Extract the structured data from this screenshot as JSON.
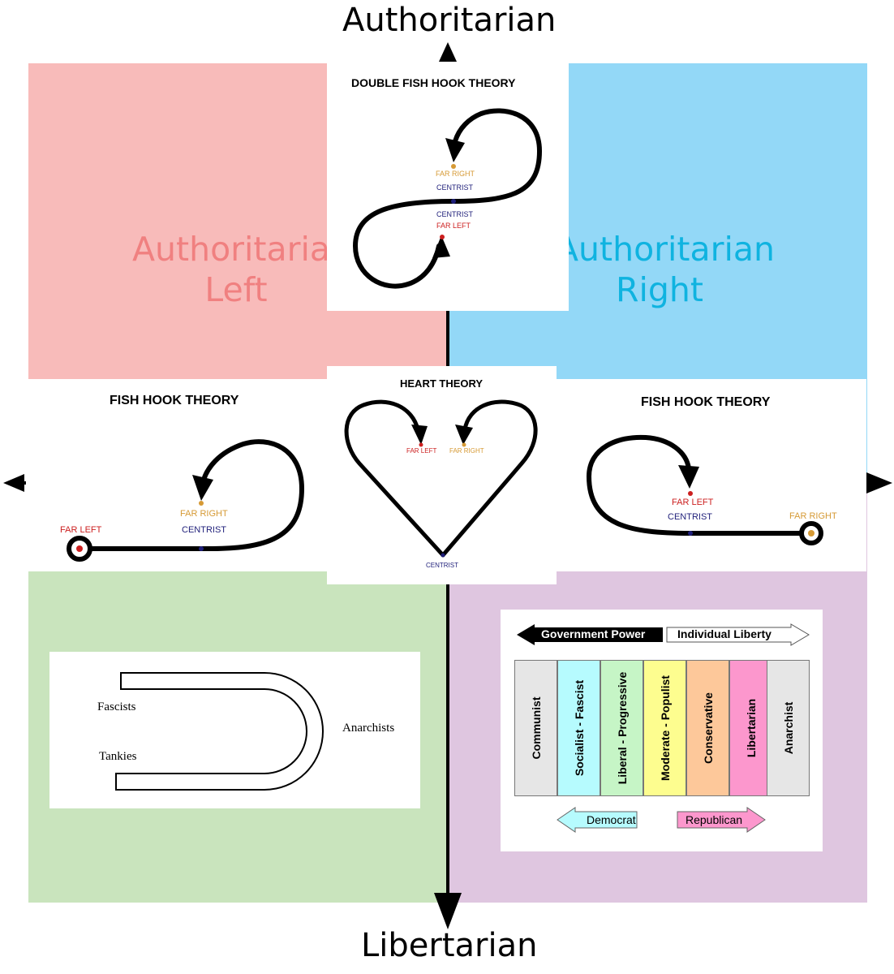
{
  "axes": {
    "top": "Authoritarian",
    "bottom": "Libertarian"
  },
  "quadrants": {
    "auth_left": {
      "line1": "Authoritarian",
      "line2": "Left",
      "bg": "#f8bbba",
      "text_color": "#f08080"
    },
    "auth_right": {
      "line1": "Authoritarian",
      "line2": "Right",
      "bg": "#93d8f7",
      "text_color": "#0fb3e0"
    },
    "lib_left": {
      "bg": "#c9e4bd"
    },
    "lib_right": {
      "bg": "#dfc6e0"
    }
  },
  "double_fish_hook": {
    "title": "DOUBLE FISH HOOK THEORY",
    "far_right": "FAR RIGHT",
    "centrist_top": "CENTRIST",
    "centrist_bottom": "CENTRIST",
    "far_left": "FAR LEFT"
  },
  "heart": {
    "title": "HEART THEORY",
    "far_left": "FAR LEFT",
    "far_right": "FAR RIGHT",
    "centrist": "CENTRIST"
  },
  "fish_hook_left": {
    "title": "FISH HOOK THEORY",
    "far_left": "FAR LEFT",
    "far_right": "FAR RIGHT",
    "centrist": "CENTRIST"
  },
  "fish_hook_right": {
    "title": "FISH HOOK THEORY",
    "far_left": "FAR LEFT",
    "centrist": "CENTRIST",
    "far_right": "FAR RIGHT"
  },
  "horseshoe": {
    "fascists": "Fascists",
    "tankies": "Tankies",
    "anarchists": "Anarchists"
  },
  "spectrum": {
    "government_power": "Government Power",
    "individual_liberty": "Individual Liberty",
    "columns": [
      {
        "label": "Communist",
        "color": "#e6e6e6"
      },
      {
        "label": "Socialist - Fascist",
        "color": "#b6fbfe"
      },
      {
        "label": "Liberal - Progressive",
        "color": "#c6f5c6"
      },
      {
        "label": "Moderate - Populist",
        "color": "#fdfd8f"
      },
      {
        "label": "Conservative",
        "color": "#fdc89a"
      },
      {
        "label": "Libertarian",
        "color": "#fc97cd"
      },
      {
        "label": "Anarchist",
        "color": "#e6e6e6"
      }
    ],
    "democrat": "Democrat",
    "republican": "Republican"
  },
  "colors": {
    "far_left": "#cc1f1f",
    "far_right": "#d69a35",
    "centrist": "#1f1f7a"
  }
}
